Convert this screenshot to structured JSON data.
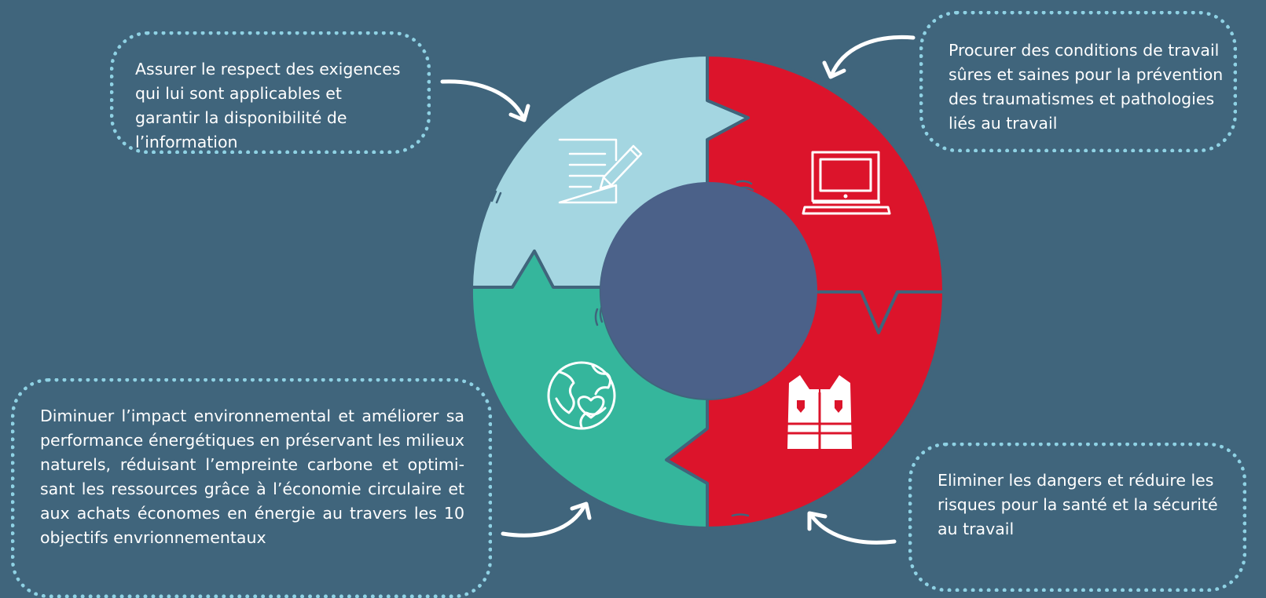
{
  "boxes": {
    "top_left": "Assurer le respect des exigences qui lui sont applicables et garantir la disponibilité de l’information",
    "top_right": "Procurer des conditions de travail sûres et saines pour la prévention des traumatismes et pathologies liés au travail",
    "bottom_left": "Diminuer l’impact environnemental et améliorer sa performance énergétiques en préservant les milieux naturels, réduisant l’empreinte carbone et optimi-sant les ressources grâce à l’économie circulaire et aux achats économes en énergie au travers les 10 objectifs envrionnementaux",
    "bottom_right": "Eliminer les dangers et réduire les risques pour la santé et la sécurité au travail"
  },
  "segments": [
    {
      "name": "document",
      "color": "#a4d6e1",
      "icon": "document-pen-icon"
    },
    {
      "name": "work-conditions",
      "color": "#dc142b",
      "icon": "laptop-icon"
    },
    {
      "name": "safety",
      "color": "#dc142b",
      "icon": "safety-vest-icon"
    },
    {
      "name": "environment",
      "color": "#35b69c",
      "icon": "globe-heart-icon"
    }
  ],
  "colors": {
    "background": "#40657c",
    "center": "#4b6189",
    "dotted_border": "#8fd2e4",
    "arrow": "#ffffff"
  }
}
